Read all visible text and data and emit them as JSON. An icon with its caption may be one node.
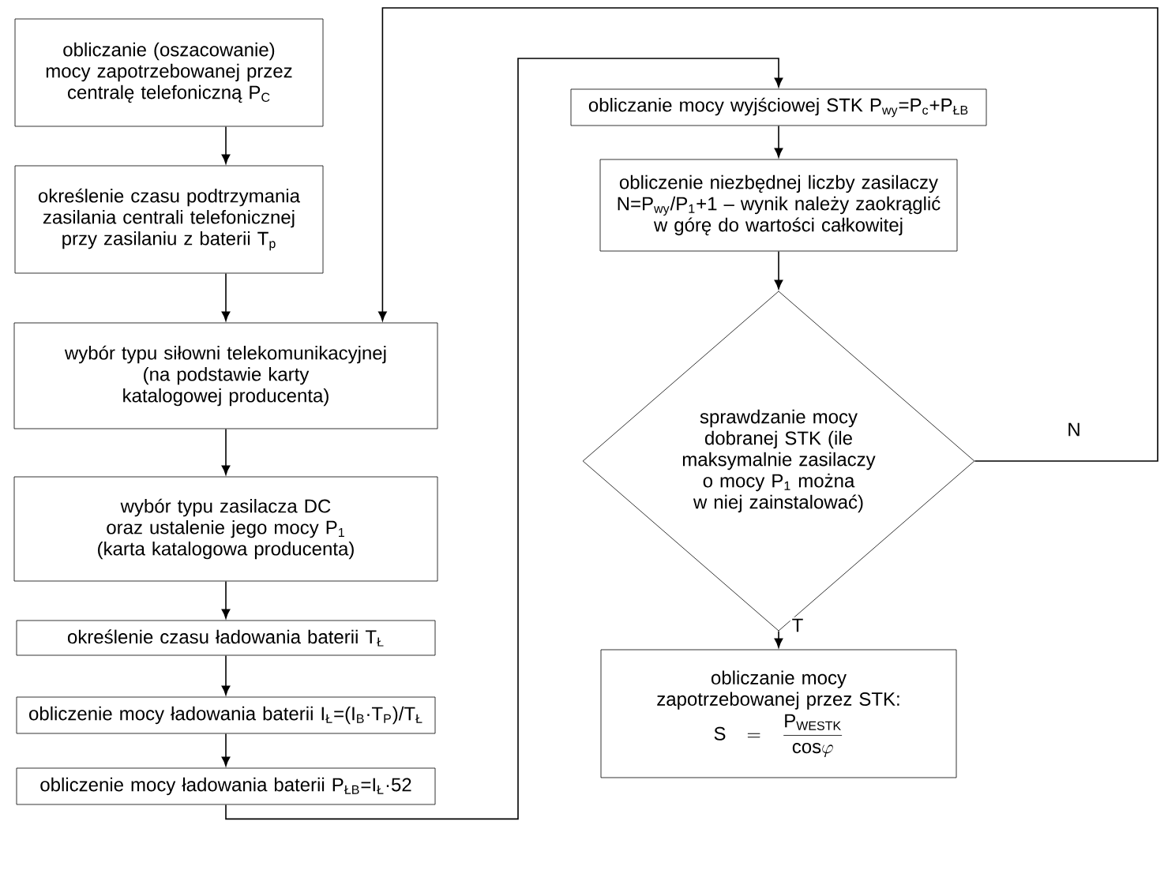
{
  "diagram": {
    "nodes": [
      {
        "text": [
          "obliczanie (oszacowanie) mocy zapotrzebowanej przez centralę telefoniczną P$_{C}$"
        ]
      },
      {
        "text": [
          "określenie czasu podtrzymania zasilania centrali telefonicznej przy zasilaniu z baterii T$_{p}$"
        ]
      },
      {
        "text": [
          "wybór typu siłowni telekomunikacyjnej (na podstawie karty katalogowej producenta)"
        ]
      },
      {
        "text": [
          "wybór typu zasilacza DC oraz ustalenie jego mocy P$_{1}$ (karta katalogowa producenta)"
        ]
      },
      {
        "text": [
          "określenie czasu ładowania baterii T$_{Ł}$"
        ]
      },
      {
        "text": [
          "obliczenie mocy ładowania baterii I$_{Ł}$=(I$_{B}$·T$_{P}$)/T$_{Ł}$"
        ]
      },
      {
        "text": [
          "obliczenie mocy ładowania baterii P$_{ŁB}$=I$_{Ł}$·52"
        ]
      },
      {
        "text": [
          "obliczanie mocy wyjściowej STK P$_{wy}$=P$_{c}$+P$_{ŁB}$"
        ]
      },
      {
        "text": [
          "obliczenie niezbędnej liczby zasilaczy N=P$_{wy}$/P$_{1}$+1 – wynik należy zaokrąglić w górę do wartości całkowitej"
        ]
      },
      {
        "text": [
          "sprawdzanie mocy dobranej STK (ile maksymalnie zasilaczy o mocy P$_{1}$ można w niej zainstalować)"
        ]
      },
      {
        "text": [
          "obliczanie mocy zapotrzebowanej przez STK:",
          "\\mathrm{S}=\\frac{\\mathrm{P}_{\\mathrm{WESTK}}}{\\mathrm{cos}\\varphi}"
        ]
      }
    ],
    "edges": [
      {
        "from": 0,
        "to": 1,
        "arrow": "to"
      },
      {
        "from": 1,
        "to": 2,
        "arrow": "to"
      },
      {
        "from": 2,
        "to": 3,
        "arrow": "to"
      },
      {
        "from": 3,
        "to": 4,
        "arrow": "to"
      },
      {
        "from": 4,
        "to": 5,
        "arrow": "to"
      },
      {
        "from": 5,
        "to": 6,
        "arrow": "to"
      },
      {
        "from": 6,
        "to": 7,
        "arrow": "to"
      },
      {
        "from": 7,
        "to": 8,
        "arrow": "to"
      },
      {
        "from": 8,
        "to": 9,
        "arrow": "to"
      },
      {
        "from": 9,
        "to": 10,
        "arrow": "to",
        "label": "T"
      },
      {
        "from": 9,
        "to": 2,
        "arrow": "to",
        "label": "N"
      }
    ]
  }
}
